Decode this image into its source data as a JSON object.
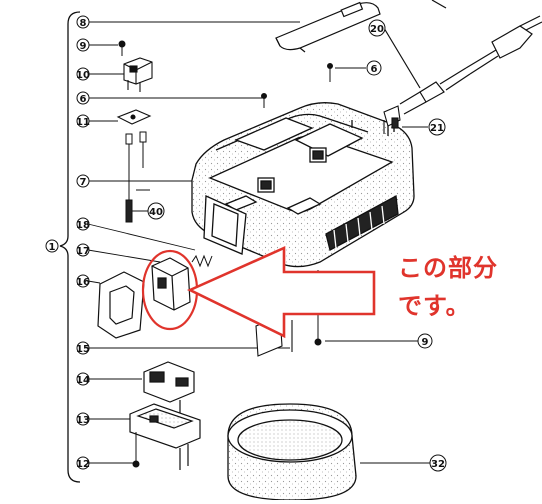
{
  "callout": {
    "line1": "この部分",
    "line2": "です。",
    "color": "#e0342c"
  },
  "parts": {
    "p1": "1",
    "p6a": "6",
    "p6b": "6",
    "p7": "7",
    "p8": "8",
    "p9a": "9",
    "p9b": "9",
    "p10": "10",
    "p11": "11",
    "p12": "12",
    "p13": "13",
    "p14": "14",
    "p15": "15",
    "p16": "16",
    "p17": "17",
    "p18": "18",
    "p20": "20",
    "p21": "21",
    "p32": "32",
    "p40": "40"
  }
}
